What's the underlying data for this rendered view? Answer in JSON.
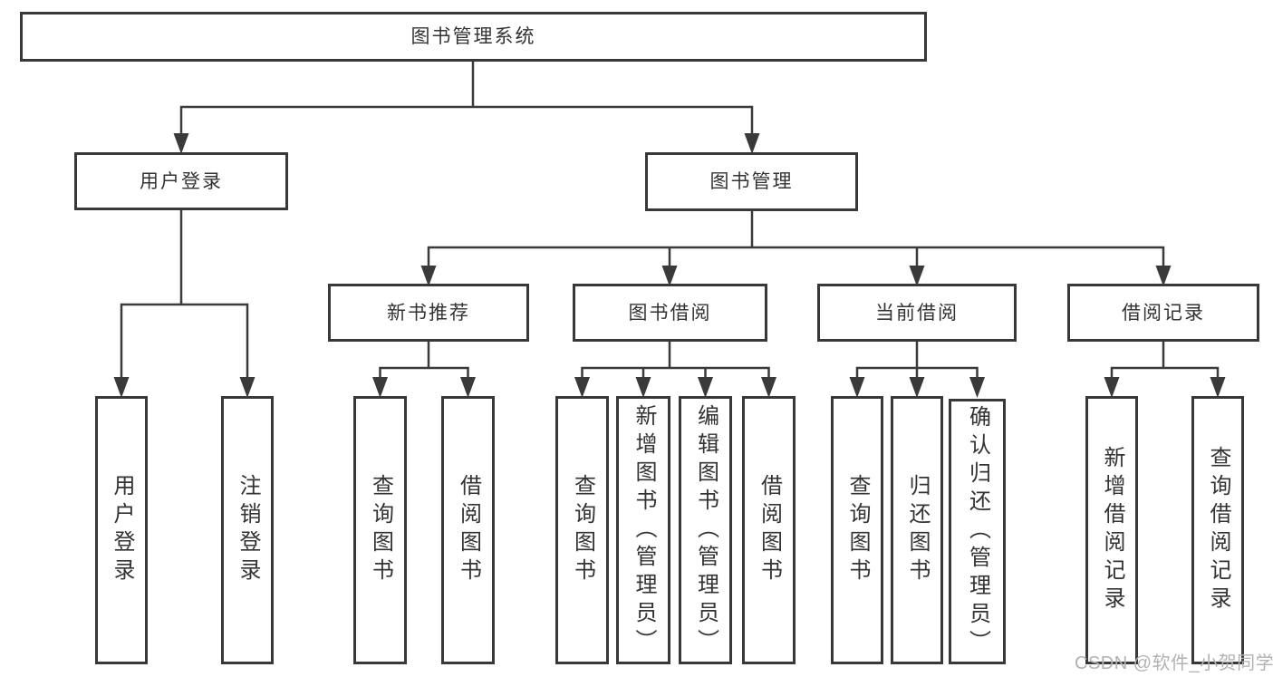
{
  "diagram": {
    "title": "图书管理系统",
    "tree": {
      "label": "图书管理系统",
      "children": [
        {
          "label": "用户登录",
          "children": [
            {
              "label": "用户登录"
            },
            {
              "label": "注销登录"
            }
          ]
        },
        {
          "label": "图书管理",
          "children": [
            {
              "label": "新书推荐",
              "children": [
                {
                  "label": "查询图书"
                },
                {
                  "label": "借阅图书"
                }
              ]
            },
            {
              "label": "图书借阅",
              "children": [
                {
                  "label": "查询图书"
                },
                {
                  "label": "新增图书（管理员）"
                },
                {
                  "label": "编辑图书（管理员）"
                },
                {
                  "label": "借阅图书"
                }
              ]
            },
            {
              "label": "当前借阅",
              "children": [
                {
                  "label": "查询图书"
                },
                {
                  "label": "归还图书"
                },
                {
                  "label": "确认归还（管理员）"
                }
              ]
            },
            {
              "label": "借阅记录",
              "children": [
                {
                  "label": "新增借阅记录"
                },
                {
                  "label": "查询借阅记录"
                }
              ]
            }
          ]
        }
      ]
    },
    "line_color": "#3a3a3a",
    "border_color": "#383838",
    "watermark": "CSDN @软件_小贺同学"
  }
}
